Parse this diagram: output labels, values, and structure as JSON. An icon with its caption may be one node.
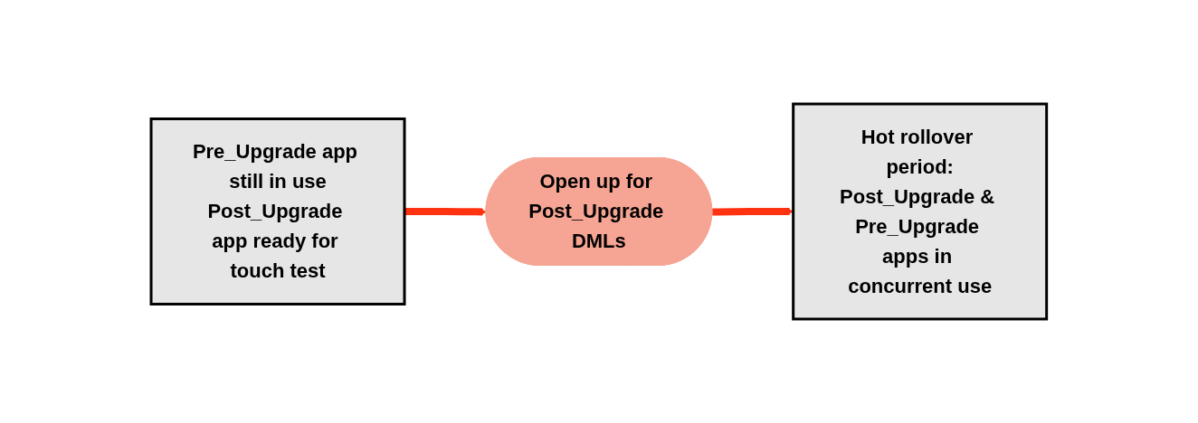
{
  "diagram": {
    "nodes": [
      {
        "text": [
          "Pre_Upgrade app still in use",
          "Post_Upgrade app ready for touch test"
        ]
      },
      {
        "text": [
          "Open up for Post_Upgrade DMLs"
        ]
      },
      {
        "text": [
          "Hot rollover period:",
          "Post_Upgrade & Pre_Upgrade apps in concurrent use"
        ]
      }
    ],
    "edges": [
      {
        "from": 0,
        "to": 1,
        "arrow": "to"
      },
      {
        "from": 1,
        "to": 2,
        "arrow": "to"
      }
    ]
  }
}
